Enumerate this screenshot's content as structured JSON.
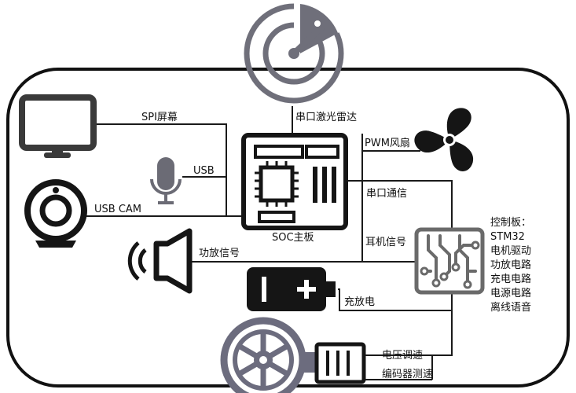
{
  "colors": {
    "line": "#1a1a1a",
    "icon": "#151515",
    "accent_gray": "#6f6f7a",
    "board_gray": "#6a6a6a"
  },
  "labels": {
    "spi_screen": "SPI屏幕",
    "usb": "USB",
    "usb_cam": "USB CAM",
    "serial_lidar": "串口激光雷达",
    "pwm_fan": "PWM风扇",
    "soc_board": "SOC主板",
    "serial_comm": "串口通信",
    "earphone_signal": "耳机信号",
    "amp_signal": "功放信号",
    "charge_discharge": "充放电",
    "voltage_speed": "电压调速",
    "encoder_speed": "编码器测速"
  },
  "control_board": {
    "lines": [
      "控制板：",
      "STM32",
      "电机驱动",
      "功放电路",
      "充电电路",
      "电源电路",
      "离线语音"
    ]
  },
  "icons": [
    "lidar-icon",
    "monitor-icon",
    "microphone-icon",
    "webcam-icon",
    "soc-board-icon",
    "fan-icon",
    "speaker-icon",
    "battery-icon",
    "control-board-icon",
    "wheel-icon",
    "motor-icon"
  ]
}
